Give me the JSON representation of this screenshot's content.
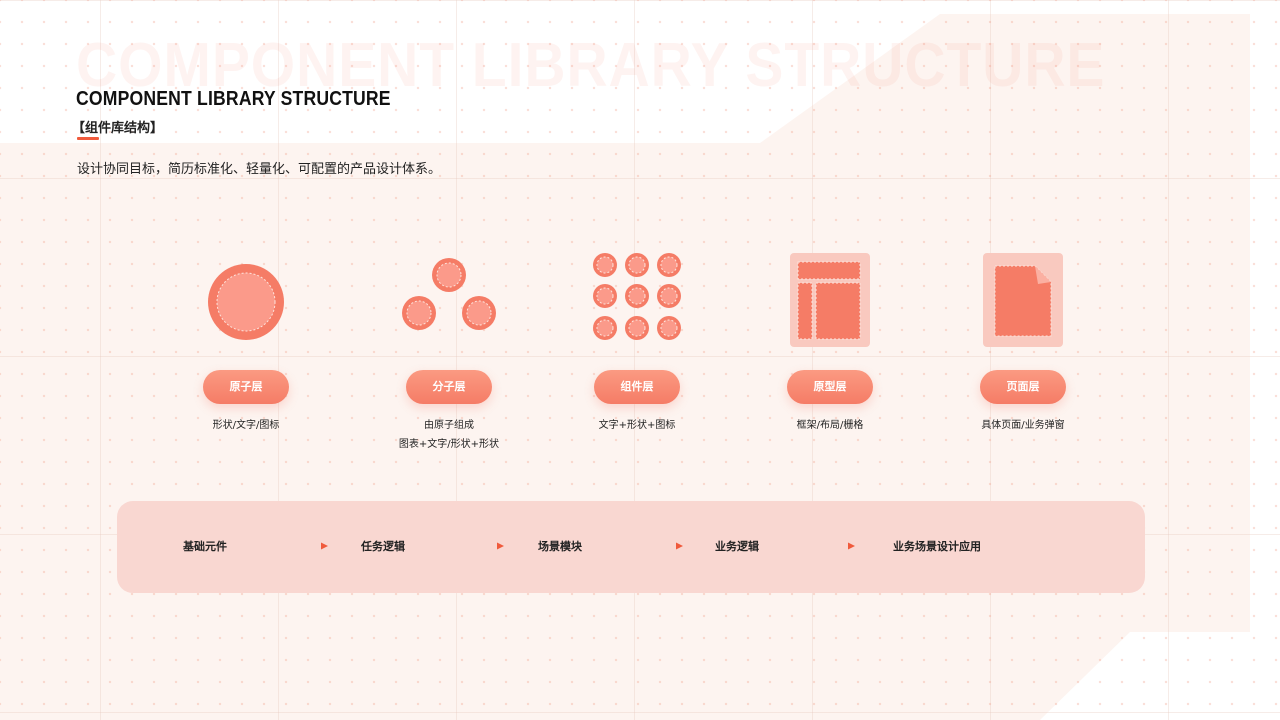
{
  "header": {
    "watermark": "COMPONENT LIBRARY STRUCTURE",
    "title": "COMPONENT LIBRARY STRUCTURE",
    "subtitle": "【组件库结构】",
    "description": "设计协同目标，简历标准化、轻量化、可配置的产品设计体系。"
  },
  "layers": [
    {
      "label": "原子层",
      "desc_lines": [
        "形状/文字/图标"
      ],
      "icon": "atom-circle-icon"
    },
    {
      "label": "分子层",
      "desc_lines": [
        "由原子组成",
        "图表+文字/形状+形状"
      ],
      "icon": "molecule-circles-icon"
    },
    {
      "label": "组件层",
      "desc_lines": [
        "文字+形状+图标"
      ],
      "icon": "component-grid-icon"
    },
    {
      "label": "原型层",
      "desc_lines": [
        "框架/布局/栅格"
      ],
      "icon": "prototype-layout-icon"
    },
    {
      "label": "页面层",
      "desc_lines": [
        "具体页面/业务弹窗"
      ],
      "icon": "page-document-icon"
    }
  ],
  "flow": {
    "steps": [
      "基础元件",
      "任务逻辑",
      "场景模块",
      "业务逻辑",
      "业务场景设计应用"
    ]
  },
  "colors": {
    "accent": "#f05a3c",
    "coral": "#f57c66",
    "coral_light": "#fb9a82",
    "panel": "#fdf4f0",
    "flow_bg": "#f9d7d1"
  }
}
